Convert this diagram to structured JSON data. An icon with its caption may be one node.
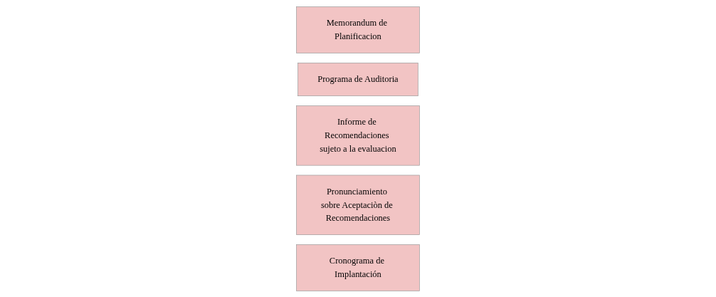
{
  "diagram": {
    "nodes": [
      {
        "text": [
          "Memorandum de Planificacion"
        ]
      },
      {
        "text": [
          "Programa de Auditoria"
        ]
      },
      {
        "text": [
          "Informe de Recomendaciones sujeto a la evaluacion"
        ]
      },
      {
        "text": [
          "Pronunciamiento sobre Aceptaciòn de Recomendaciones"
        ]
      },
      {
        "text": [
          "Cronograma de Implantación"
        ]
      }
    ]
  }
}
